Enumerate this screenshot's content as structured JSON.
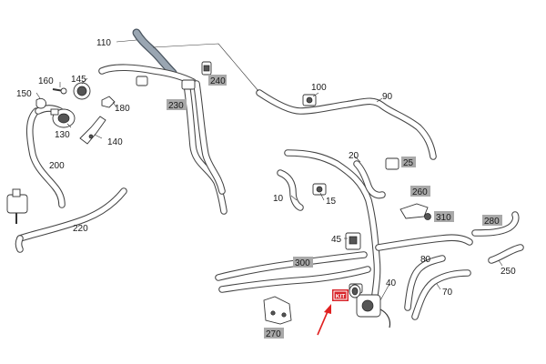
{
  "diagram": {
    "plain_labels": {
      "p110": "110",
      "p145": "145",
      "p160": "160",
      "p150": "150",
      "p130": "130",
      "p180": "180",
      "p140": "140",
      "p200": "200",
      "p220": "220",
      "p100": "100",
      "p90": "90",
      "p20": "20",
      "p10": "10",
      "p15": "15",
      "p45": "45",
      "p80": "80",
      "p70": "70",
      "p250": "250",
      "p40": "40"
    },
    "boxed_labels": {
      "b240": "240",
      "b230": "230",
      "b25": "25",
      "b260": "260",
      "b310": "310",
      "b280": "280",
      "b300": "300",
      "b270": "270"
    },
    "highlight": {
      "label": "KIT",
      "badge_color": "#d8242a",
      "arrow_color": "#e02020"
    },
    "colors": {
      "hose_110": "#9aa6b2",
      "label_box": "#a9a9a9"
    }
  }
}
